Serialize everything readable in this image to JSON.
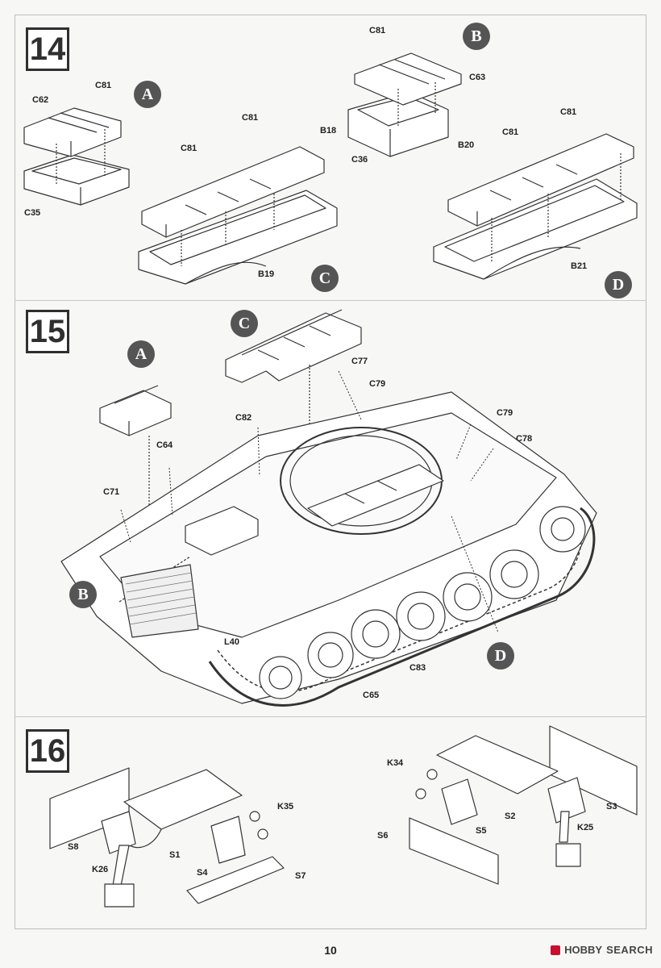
{
  "steps": [
    {
      "number": "14",
      "labels": [
        "C81",
        "C62",
        "C35",
        "C81",
        "B18",
        "C81",
        "B19",
        "C81",
        "C63",
        "C36",
        "C81",
        "C81",
        "B20",
        "B21"
      ],
      "markers": [
        "A",
        "B",
        "C",
        "D"
      ]
    },
    {
      "number": "15",
      "labels": [
        "C77",
        "C79",
        "C82",
        "C79",
        "C78",
        "C64",
        "C71",
        "L40",
        "C83",
        "C65"
      ],
      "markers": [
        "C",
        "A",
        "B",
        "D"
      ]
    },
    {
      "number": "16",
      "labels": [
        "K34",
        "K35",
        "S8",
        "S1",
        "K26",
        "S4",
        "S7",
        "S6",
        "S5",
        "S2",
        "K25",
        "S3"
      ]
    }
  ],
  "page_number": "10",
  "watermark": {
    "brand": "HOBBY",
    "suffix": "SEARCH"
  }
}
